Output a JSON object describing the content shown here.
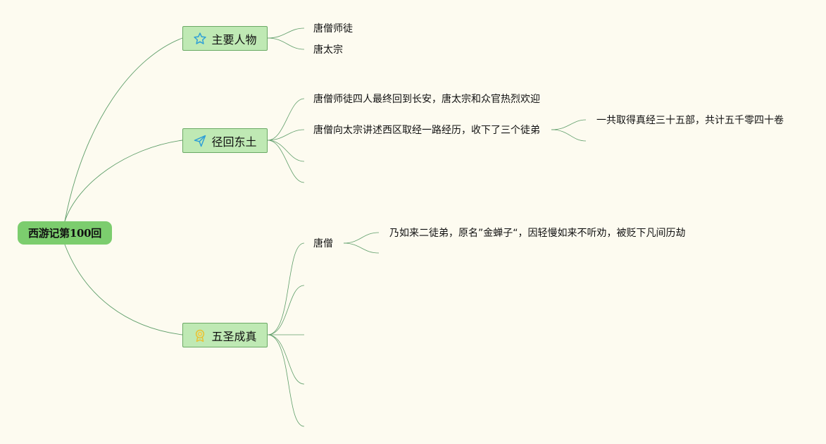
{
  "root": {
    "label": "西游记第100回"
  },
  "branches": [
    {
      "label": "主要人物",
      "icon": "star-icon",
      "icon_color": "#2f9fd6",
      "children": [
        {
          "label": "唐僧师徒"
        },
        {
          "label": "唐太宗"
        }
      ]
    },
    {
      "label": "径回东土",
      "icon": "paper-plane-icon",
      "icon_color": "#2f9fd6",
      "children": [
        {
          "label": "唐僧师徒四人最终回到长安，唐太宗和众官热烈欢迎"
        },
        {
          "label": "唐僧向太宗讲述西区取经一路经历，收下了三个徒弟",
          "children": [
            {
              "label": "一共取得真经三十五部，共计五千零四十卷"
            }
          ]
        }
      ]
    },
    {
      "label": "五圣成真",
      "icon": "medal-icon",
      "icon_color": "#e8c234",
      "children": [
        {
          "label": "唐僧",
          "children": [
            {
              "label": "乃如来二徒弟，原名”金蝉子“，因轻慢如来不听劝，被贬下凡间历劫"
            }
          ]
        }
      ]
    }
  ],
  "colors": {
    "background": "#fdfbf0",
    "root_fill": "#7ccd6e",
    "branch_fill": "#bfe9b4",
    "branch_border": "#6aa964",
    "link": "#5f9e6a"
  }
}
